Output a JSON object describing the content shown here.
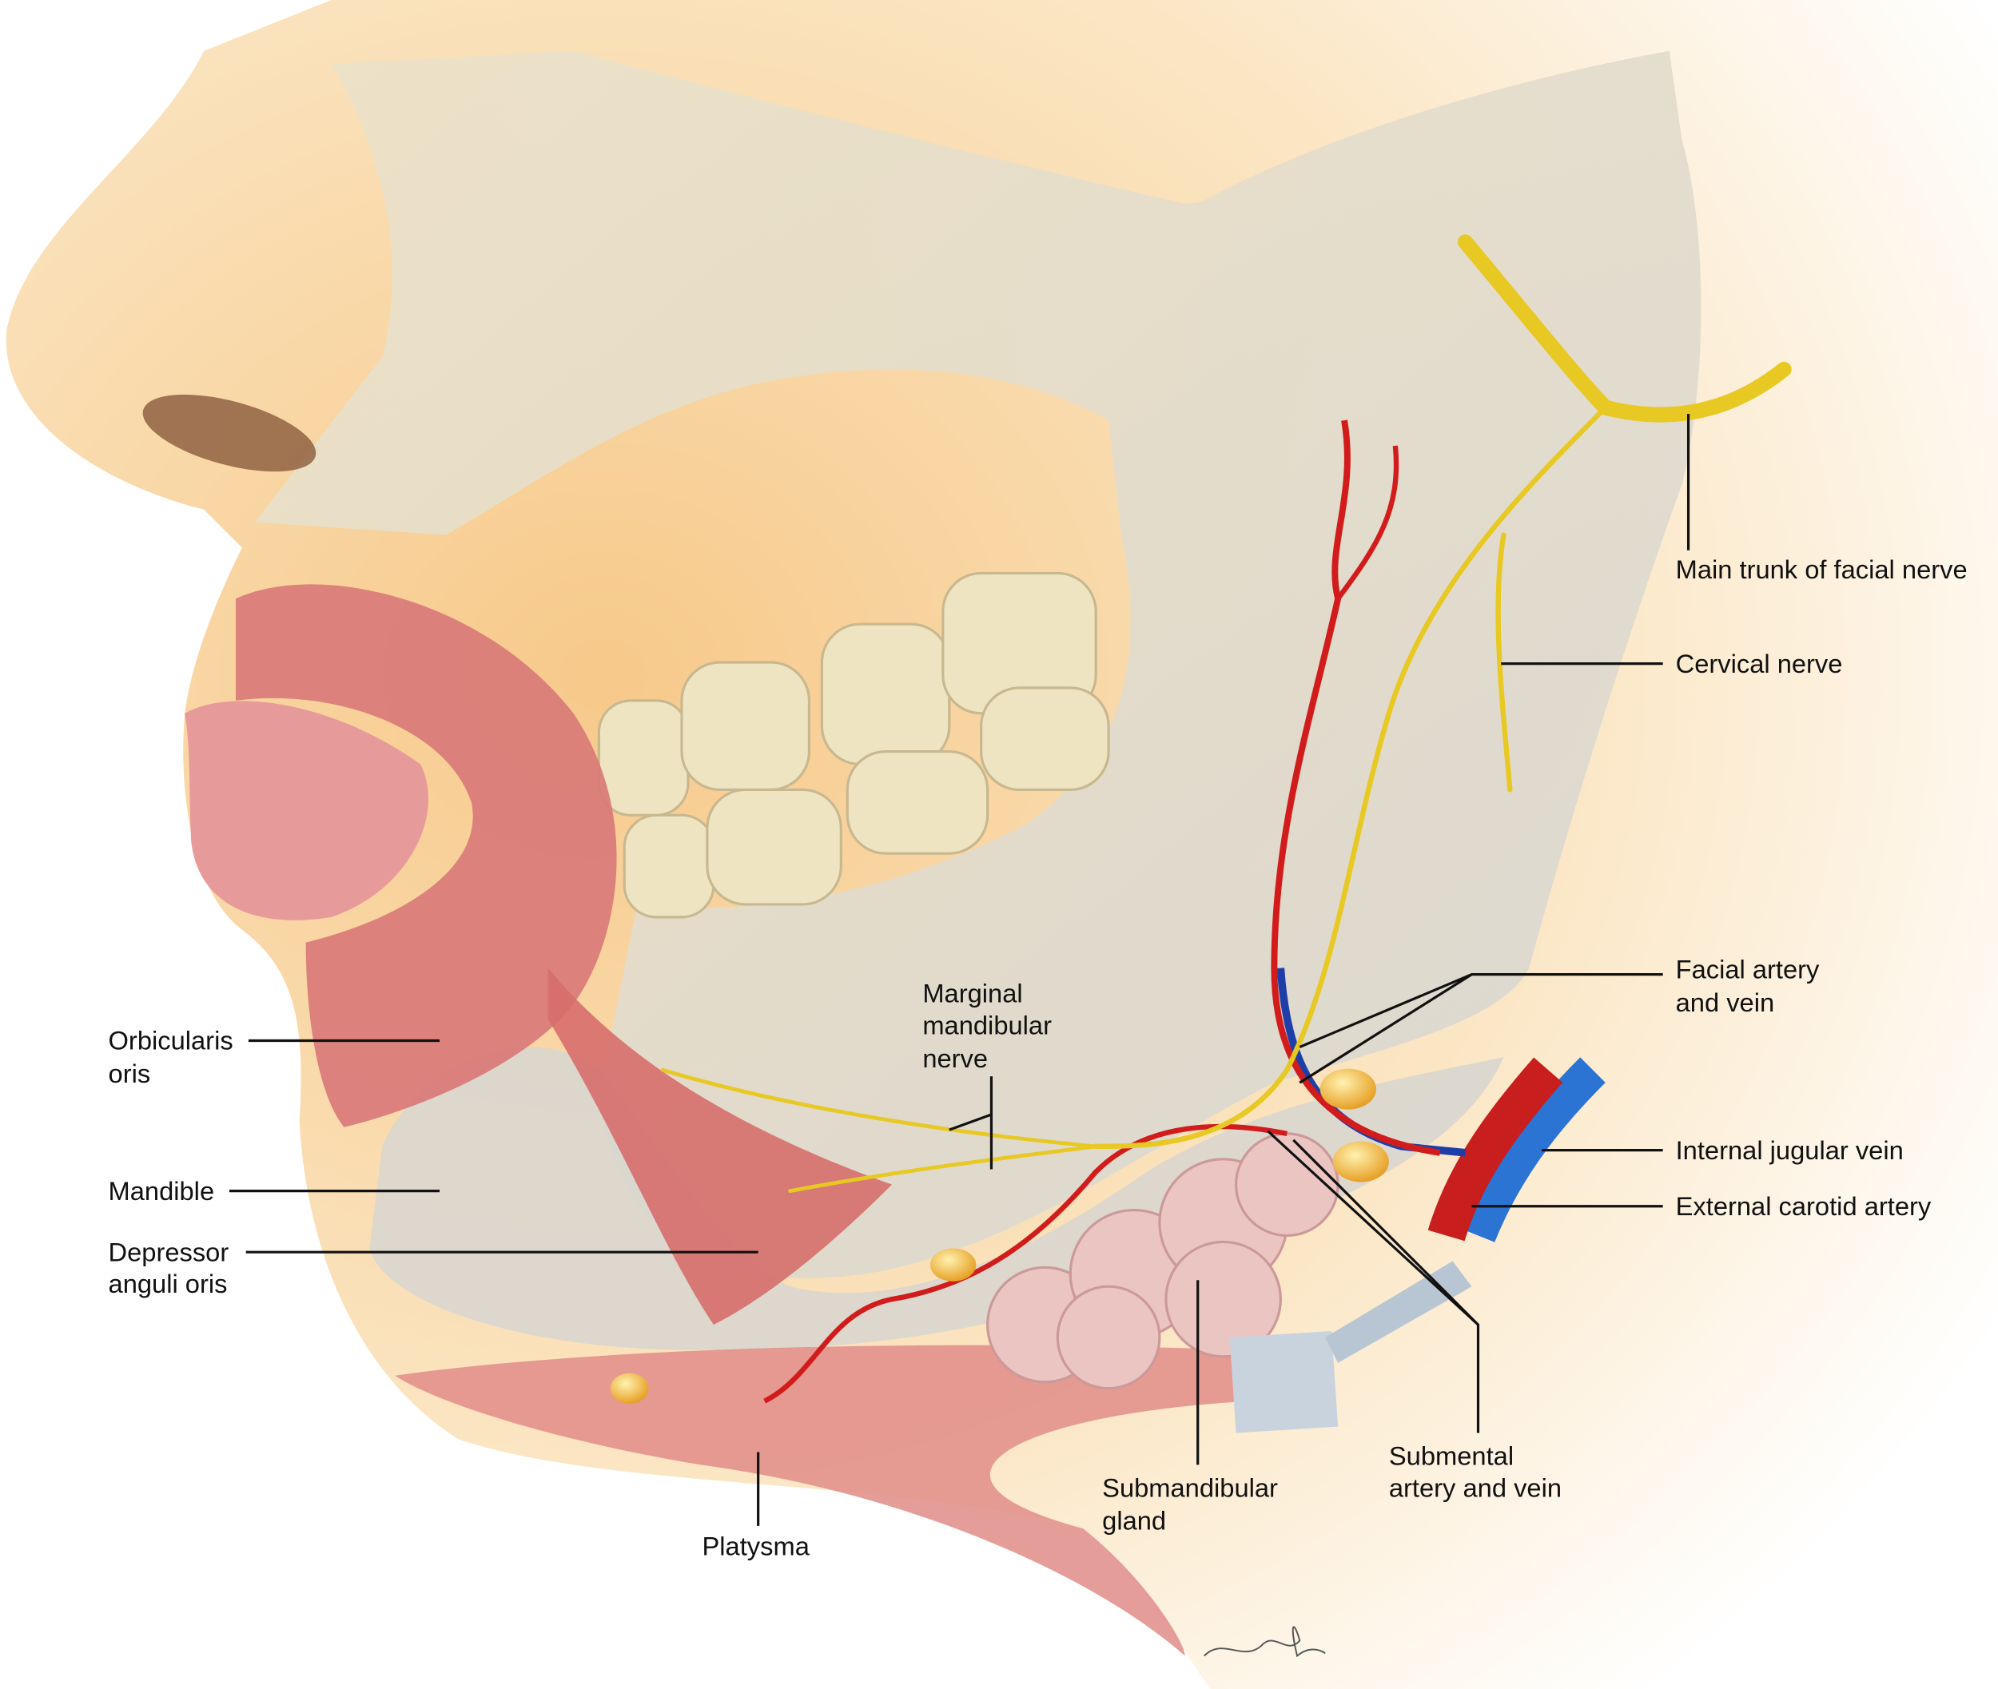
{
  "labels": {
    "main_trunk": "Main trunk of facial nerve",
    "cervical_nerve": "Cervical nerve",
    "facial_artery_line1": "Facial artery",
    "facial_artery_line2": "and vein",
    "internal_jugular": "Internal jugular vein",
    "external_carotid": "External carotid artery",
    "submental_line1": "Submental",
    "submental_line2": "artery and vein",
    "submandibular_line1": "Submandibular",
    "submandibular_line2": "gland",
    "platysma": "Platysma",
    "depressor_line1": "Depressor",
    "depressor_line2": "anguli oris",
    "mandible": "Mandible",
    "orbicularis_line1": "Orbicularis",
    "orbicularis_line2": "oris",
    "marginal_line1": "Marginal",
    "marginal_line2": "mandibular",
    "marginal_line3": "nerve"
  },
  "signature": "Ingrid Kuo",
  "colors": {
    "skin": "#f6d9a8",
    "bone": "#e6dcc4",
    "muscle": "#d97a78",
    "nerve": "#e8c823",
    "artery": "#d21c1c",
    "vein": "#1f3fa8",
    "gland": "#e8c2c0"
  }
}
